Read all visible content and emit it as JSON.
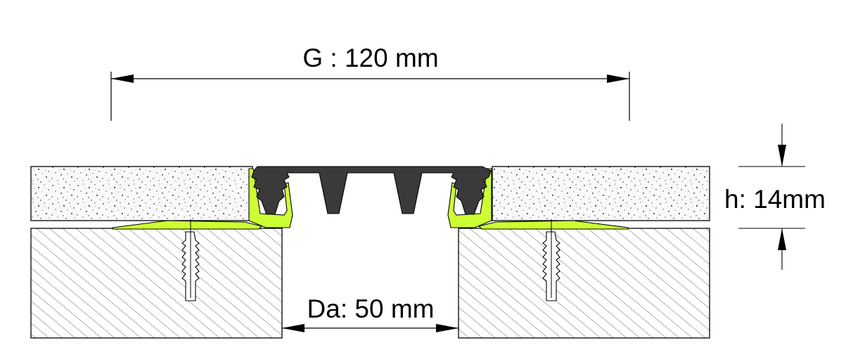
{
  "dimensions": {
    "overall_width": "G : 120 mm",
    "height": "h: 14mm",
    "gap": "Da: 50 mm"
  },
  "colors": {
    "profile_accent": "#ccff33",
    "insert": "#3a3a3a",
    "line": "#000000",
    "background": "#ffffff"
  }
}
